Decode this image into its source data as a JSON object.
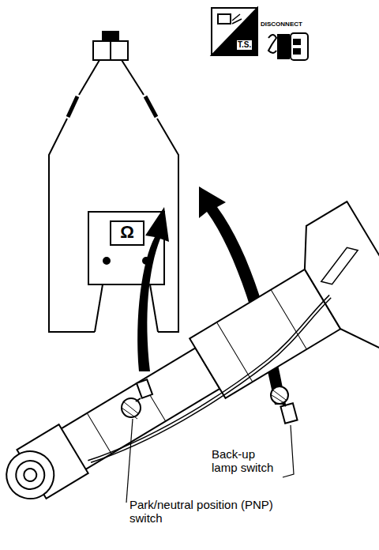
{
  "diagram": {
    "labels": [
      "T.S.",
      "DISCONNECT",
      "Ω",
      "Back-up lamp switch",
      "Park/neutral position (PNP) switch"
    ]
  }
}
